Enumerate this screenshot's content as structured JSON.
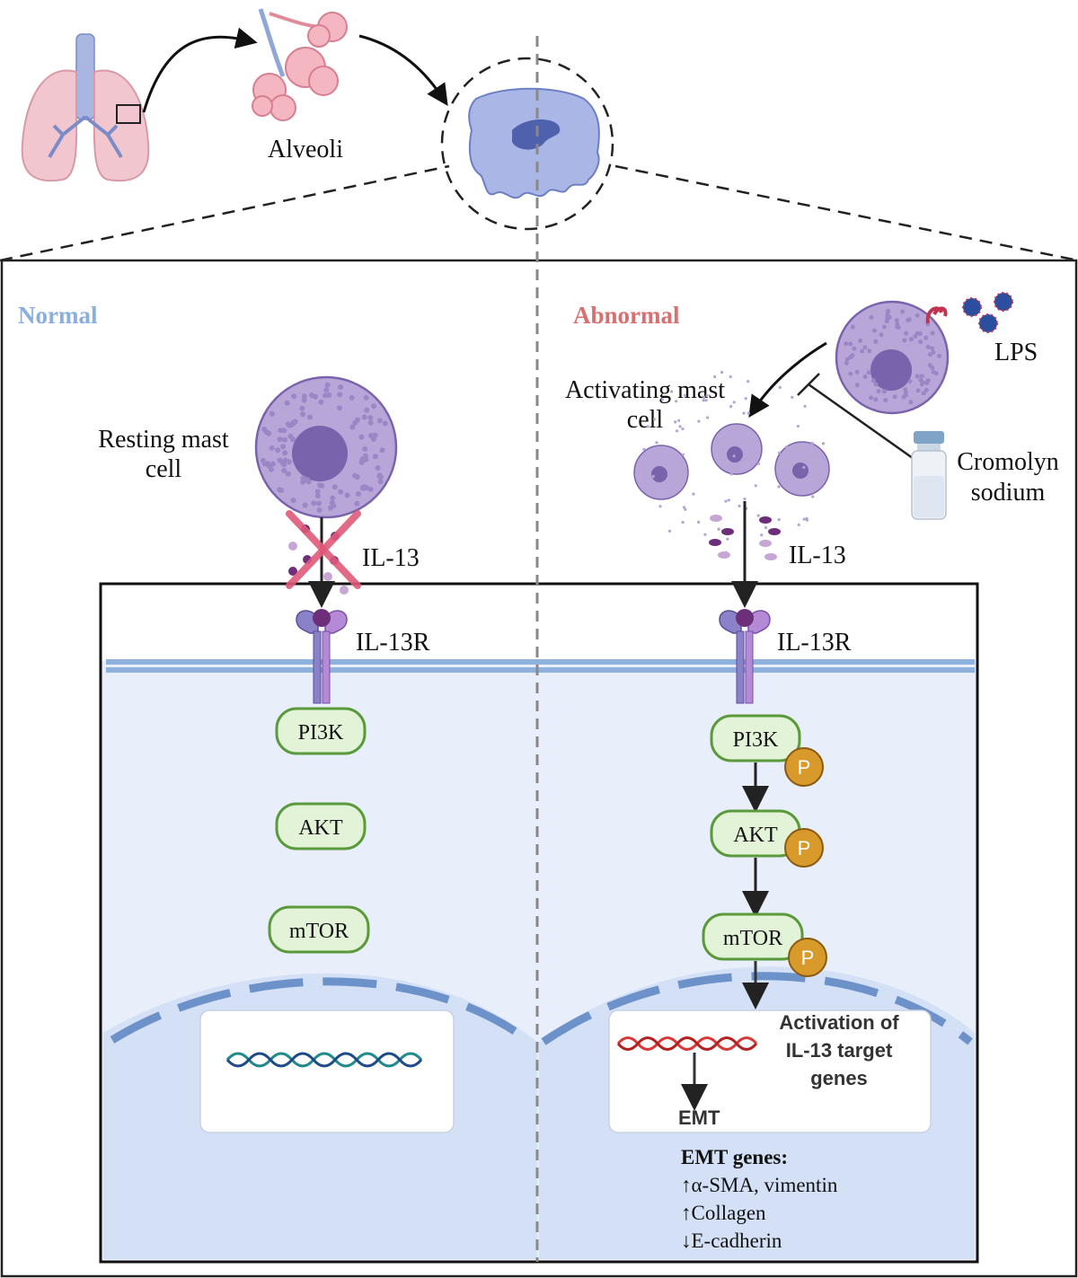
{
  "top": {
    "alveoli_label": "Alveoli"
  },
  "normal": {
    "heading": "Normal",
    "heading_color": "#8aaee0",
    "resting_label_line1": "Resting mast",
    "resting_label_line2": "cell",
    "cytokine_label": "IL-13",
    "receptor_label": "IL-13R",
    "pi3k": "PI3K",
    "akt": "AKT",
    "mtor": "mTOR"
  },
  "abnormal": {
    "heading": "Abnormal",
    "heading_color": "#d97070",
    "lps_label": "LPS",
    "activating_label_line1": "Activating mast",
    "activating_label_line2": "cell",
    "drug_label_line1": "Cromolyn",
    "drug_label_line2": "sodium",
    "cytokine_label": "IL-13",
    "receptor_label": "IL-13R",
    "pi3k": "PI3K",
    "akt": "AKT",
    "mtor": "mTOR",
    "phospho": "P",
    "activation_line1": "Activation of",
    "activation_line2": "IL-13 target",
    "activation_line3": "genes",
    "emt": "EMT",
    "emt_genes_title": "EMT genes:",
    "emt_gene_1": "↑α-SMA, vimentin",
    "emt_gene_2": "↑Collagen",
    "emt_gene_3": "↓E-cadherin"
  },
  "colors": {
    "protein_fill": "#e3f3d8",
    "protein_stroke": "#5a9a3a",
    "phospho_fill": "#d89a2a",
    "cell_fill": "#b8a6d8",
    "membrane": "#8fb1de",
    "cytoplasm": "#e8effa",
    "nucleus": "#d3e0f6",
    "dna_normal": "#1f8a8a",
    "dna_abnormal": "#d93838"
  }
}
